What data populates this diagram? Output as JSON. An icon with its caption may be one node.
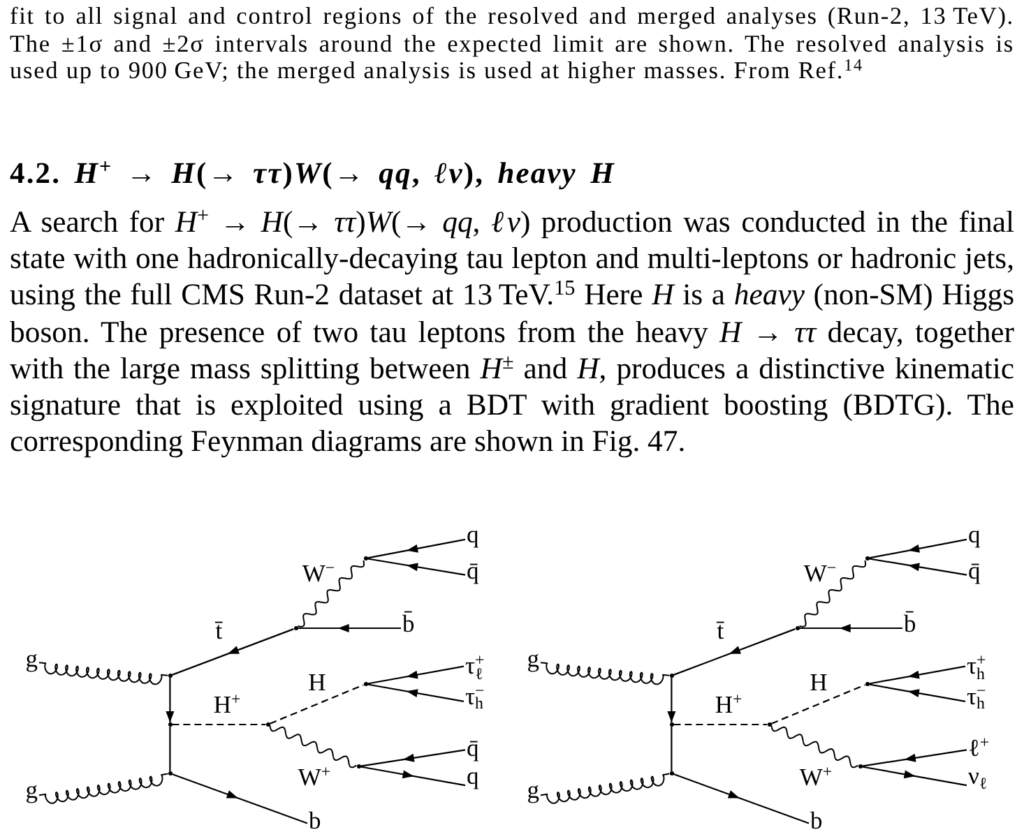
{
  "diagram": {
    "nodes": [
      {
        "text": [
          "q"
        ]
      },
      {
        "text": [
          "q̄"
        ]
      },
      {
        "text": [
          "b̄"
        ]
      },
      {
        "text": [
          "g"
        ]
      },
      {
        "text": [
          "τ$_{ℓ}$$^{+}$"
        ]
      },
      {
        "text": [
          "τ$_{h}$$^{−}$"
        ]
      },
      {
        "text": [
          "q̄"
        ]
      },
      {
        "text": [
          "q"
        ]
      },
      {
        "text": [
          "g"
        ]
      },
      {
        "text": [
          "b"
        ]
      },
      {
        "text": [],
        "shape": "dot"
      },
      {
        "text": [],
        "shape": "dot"
      },
      {
        "text": [],
        "shape": "dot"
      },
      {
        "text": [],
        "shape": "dot"
      },
      {
        "text": [],
        "shape": "dot"
      },
      {
        "text": [],
        "shape": "dot"
      },
      {
        "text": [],
        "shape": "dot"
      },
      {
        "text": [],
        "shape": "dot"
      },
      {
        "text": [
          "q"
        ]
      },
      {
        "text": [
          "q̄"
        ]
      },
      {
        "text": [
          "b̄"
        ]
      },
      {
        "text": [
          "g"
        ]
      },
      {
        "text": [
          "τ$_{h}$$^{+}$"
        ]
      },
      {
        "text": [
          "τ$_{h}$$^{−}$"
        ]
      },
      {
        "text": [
          "ℓ$^{+}$"
        ]
      },
      {
        "text": [
          "ν$_{ℓ}$"
        ]
      },
      {
        "text": [
          "g"
        ]
      },
      {
        "text": [
          "b"
        ]
      },
      {
        "text": [],
        "shape": "dot"
      },
      {
        "text": [],
        "shape": "dot"
      },
      {
        "text": [],
        "shape": "dot"
      },
      {
        "text": [],
        "shape": "dot"
      },
      {
        "text": [],
        "shape": "dot"
      },
      {
        "text": [],
        "shape": "dot"
      },
      {
        "text": [],
        "shape": "dot"
      },
      {
        "text": [],
        "shape": "dot"
      }
    ],
    "edges": [
      {
        "from": 3,
        "to": 10,
        "arrow": "none"
      },
      {
        "from": 8,
        "to": 12,
        "arrow": "none"
      },
      {
        "from": 13,
        "to": 10,
        "arrow": "to",
        "label": "t̄"
      },
      {
        "from": 10,
        "to": 11,
        "arrow": "to"
      },
      {
        "from": 11,
        "to": 12,
        "arrow": "none"
      },
      {
        "from": 12,
        "to": 9,
        "arrow": "to"
      },
      {
        "from": 2,
        "to": 13,
        "arrow": "to"
      },
      {
        "from": 13,
        "to": 14,
        "arrow": "none",
        "label": "W$^{−}$"
      },
      {
        "from": 0,
        "to": 14,
        "arrow": "to"
      },
      {
        "from": 1,
        "to": 14,
        "arrow": "to"
      },
      {
        "from": 11,
        "to": 15,
        "arrow": "none",
        "label": "H$^{+}$",
        "style": "dashed"
      },
      {
        "from": 15,
        "to": 16,
        "arrow": "none",
        "label": "H",
        "style": "dashed"
      },
      {
        "from": 15,
        "to": 17,
        "arrow": "none",
        "label": "W$^{+}$"
      },
      {
        "from": 4,
        "to": 16,
        "arrow": "to"
      },
      {
        "from": 5,
        "to": 16,
        "arrow": "to"
      },
      {
        "from": 6,
        "to": 17,
        "arrow": "to"
      },
      {
        "from": 17,
        "to": 7,
        "arrow": "to"
      },
      {
        "from": 21,
        "to": 28,
        "arrow": "none"
      },
      {
        "from": 26,
        "to": 30,
        "arrow": "none"
      },
      {
        "from": 31,
        "to": 28,
        "arrow": "to",
        "label": "t̄"
      },
      {
        "from": 28,
        "to": 29,
        "arrow": "to"
      },
      {
        "from": 29,
        "to": 30,
        "arrow": "none"
      },
      {
        "from": 30,
        "to": 27,
        "arrow": "to"
      },
      {
        "from": 20,
        "to": 31,
        "arrow": "to"
      },
      {
        "from": 31,
        "to": 32,
        "arrow": "none",
        "label": "W$^{−}$"
      },
      {
        "from": 18,
        "to": 32,
        "arrow": "to"
      },
      {
        "from": 19,
        "to": 32,
        "arrow": "to"
      },
      {
        "from": 29,
        "to": 33,
        "arrow": "none",
        "label": "H$^{+}$",
        "style": "dashed"
      },
      {
        "from": 33,
        "to": 34,
        "arrow": "none",
        "label": "H",
        "style": "dashed"
      },
      {
        "from": 33,
        "to": 35,
        "arrow": "none",
        "label": "W$^{+}$"
      },
      {
        "from": 22,
        "to": 34,
        "arrow": "to"
      },
      {
        "from": 23,
        "to": 34,
        "arrow": "to"
      },
      {
        "from": 24,
        "to": 35,
        "arrow": "to"
      },
      {
        "from": 35,
        "to": 25,
        "arrow": "to"
      }
    ],
    "labels": [
      "fit to all signal and control regions of the resolved and merged analyses (Run-2, 13 TeV). The ±1σ and ±2σ intervals around the expected limit are shown. The resolved analysis is used up to 900 GeV; the merged analysis is used at higher masses. From Ref.$^{14}$",
      "4.2. *H*$^{+}$ → *H*(→ *ττ*)*W*(→ *qq*, *ℓν*), *heavy H*",
      "A search for *H*$^{+}$ → *H*(→ *ττ*)*W*(→ *qq*, *ℓν*) production was conducted in the final state with one hadronically-decaying tau lepton and multi-leptons or hadronic jets, using the full CMS Run-2 dataset at 13 TeV.$^{15}$ Here *H* is a *heavy* (non-SM) Higgs boson. The presence of two tau leptons from the heavy *H* → *ττ* decay, together with the large mass splitting between *H*$^{±}$ and *H*, produces a distinctive kinematic signature that is exploited using a BDT with gradient boosting (BDTG). The corresponding Feynman diagrams are shown in Fig. 47."
    ]
  }
}
